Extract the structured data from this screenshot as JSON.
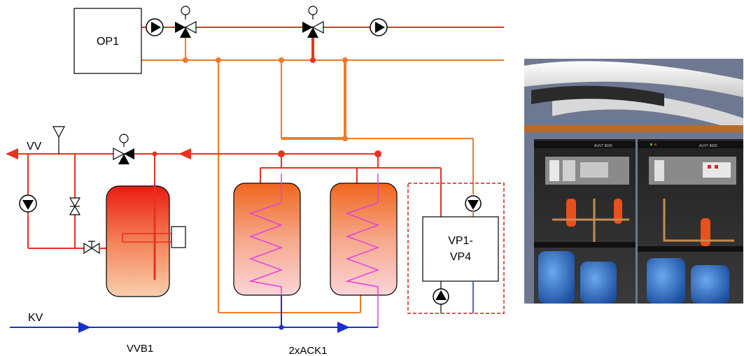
{
  "labels": {
    "op1": "OP1",
    "vv": "VV",
    "kv": "KV",
    "vp_line1": "VP1-",
    "vp_line2": "VP4",
    "vvb1": "VVB1",
    "ack": "2xACK1"
  },
  "photo": {
    "brand_left": "AUVT 8000",
    "brand_right": "AUVT 8000"
  },
  "colors": {
    "hot": "#e8321e",
    "return": "#f07a28",
    "cold": "#1a2fd0",
    "coil": "#e040e0",
    "dashed": "#d02020"
  }
}
